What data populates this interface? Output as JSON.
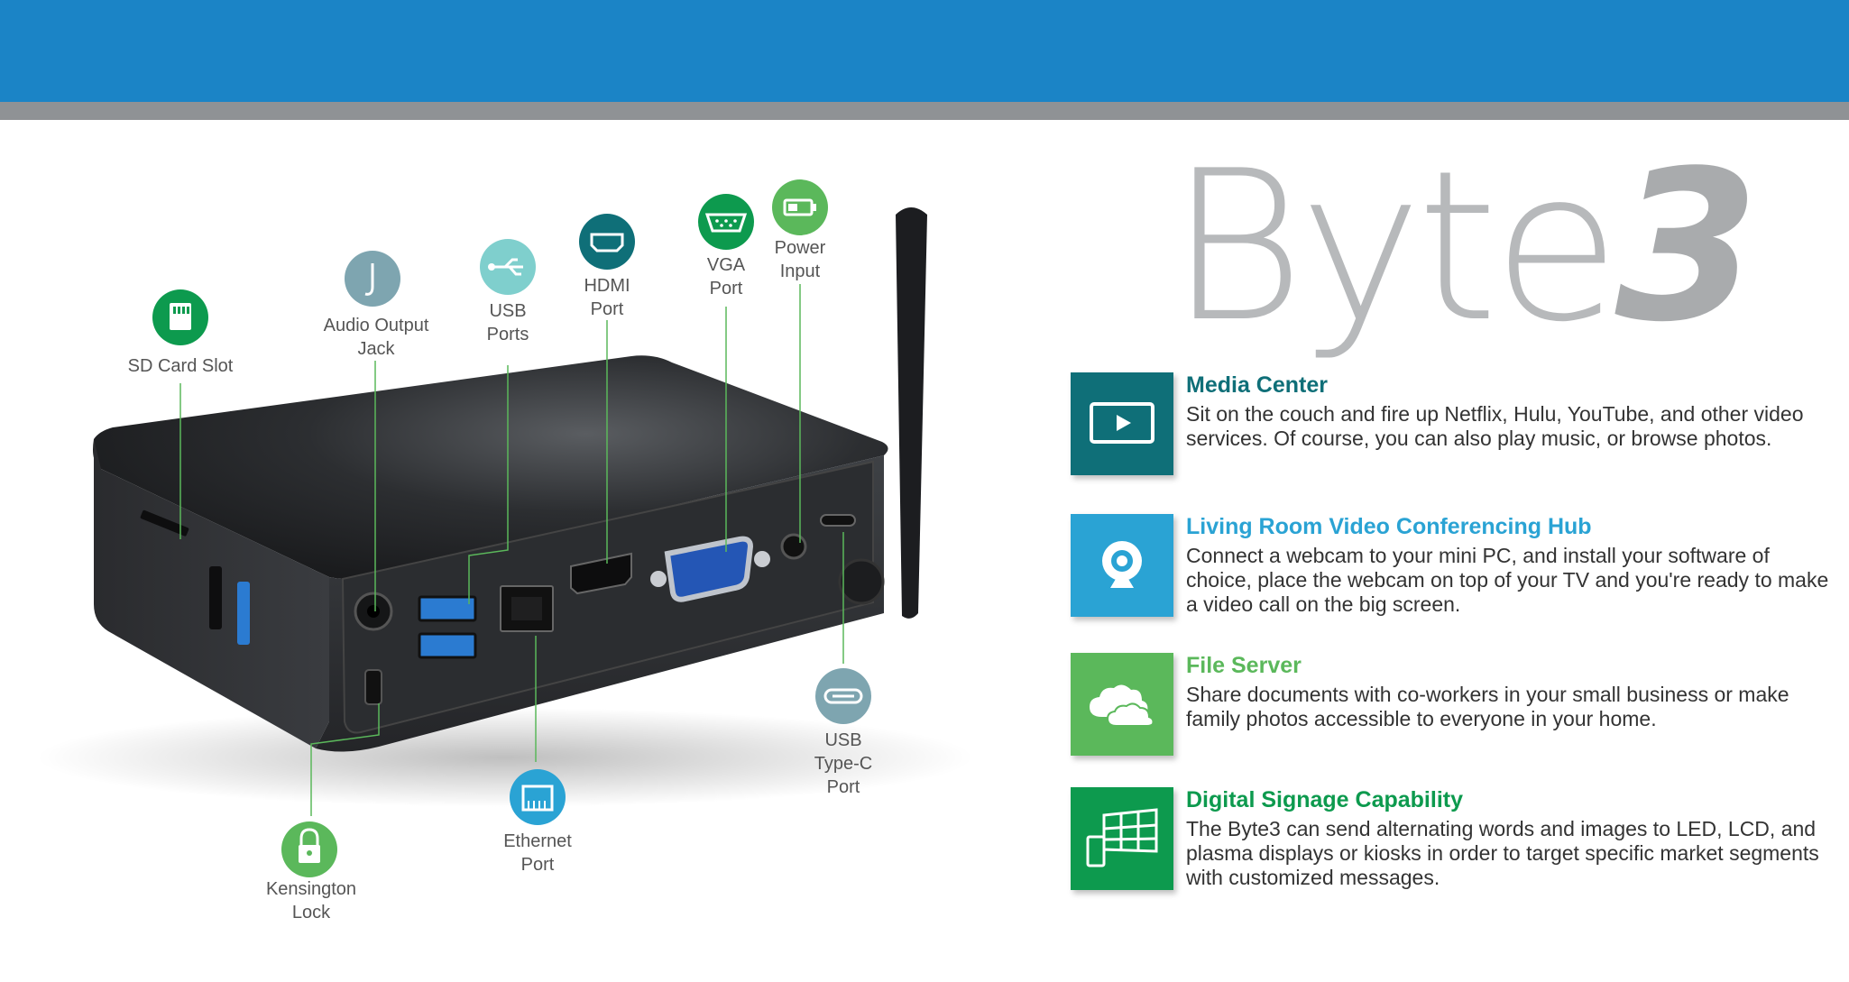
{
  "brand": {
    "name_prefix": "Byte",
    "name_suffix": "3"
  },
  "colors": {
    "header_blue": "#1b84c6",
    "header_gray": "#8f9295",
    "teal_dark": "#0f6f78",
    "blue_light": "#2aa3d4",
    "green_light": "#5bb85b",
    "green_dark": "#0d9a4e",
    "gray_blue": "#7ea5b0"
  },
  "ports": [
    {
      "id": "sd",
      "lines": [
        "SD Card Slot"
      ],
      "icon": "sd-card-icon"
    },
    {
      "id": "audio",
      "lines": [
        "Audio Output",
        "Jack"
      ],
      "icon": "audio-jack-icon"
    },
    {
      "id": "usb",
      "lines": [
        "USB",
        "Ports"
      ],
      "icon": "usb-icon"
    },
    {
      "id": "hdmi",
      "lines": [
        "HDMI",
        "Port"
      ],
      "icon": "hdmi-icon"
    },
    {
      "id": "vga",
      "lines": [
        "VGA",
        "Port"
      ],
      "icon": "vga-icon"
    },
    {
      "id": "power",
      "lines": [
        "Power",
        "Input"
      ],
      "icon": "battery-icon"
    },
    {
      "id": "usbc",
      "lines": [
        "USB",
        "Type-C",
        "Port"
      ],
      "icon": "usb-c-icon"
    },
    {
      "id": "ethernet",
      "lines": [
        "Ethernet",
        "Port"
      ],
      "icon": "ethernet-icon"
    },
    {
      "id": "kensington",
      "lines": [
        "Kensington",
        "Lock"
      ],
      "icon": "lock-icon"
    }
  ],
  "features": [
    {
      "title": "Media Center",
      "description": "Sit on the couch and fire up Netflix, Hulu, YouTube, and other video services. Of course, you can also play music, or browse photos.",
      "color": "#0f6f78",
      "icon": "play-screen-icon"
    },
    {
      "title": "Living Room Video Conferencing Hub",
      "description": "Connect a webcam to your mini PC, and install your software of choice, place the webcam on top of your TV and you're ready to make a video call on the big screen.",
      "color": "#2aa3d4",
      "icon": "webcam-icon"
    },
    {
      "title": "File Server",
      "description": "Share documents with co-workers in your small business or make family photos accessible to everyone in your home.",
      "color": "#5bb85b",
      "icon": "cloud-icon"
    },
    {
      "title": "Digital Signage Capability",
      "description": "The Byte3 can send alternating words and images to LED, LCD, and plasma displays or kiosks in order to target specific market segments with customized messages.",
      "color": "#0d9a4e",
      "icon": "video-wall-icon"
    }
  ]
}
